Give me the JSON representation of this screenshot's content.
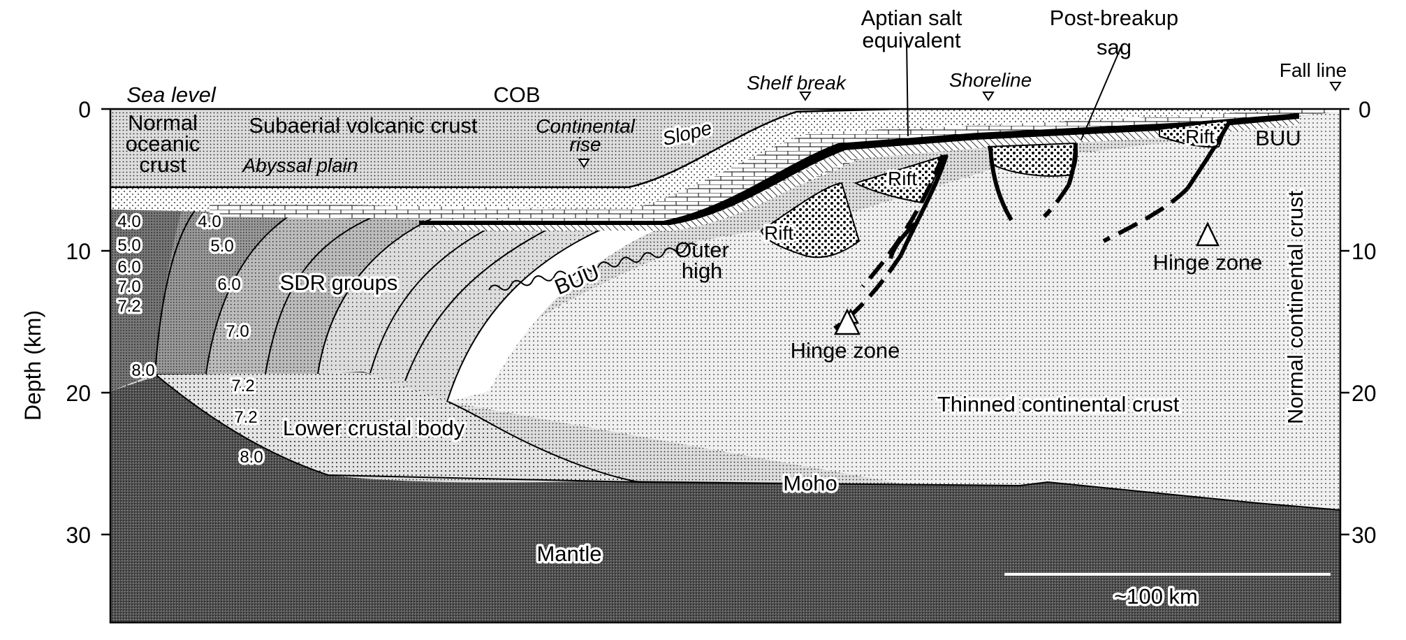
{
  "axis": {
    "y_label": "Depth (km)",
    "left_ticks": [
      "0",
      "10",
      "20",
      "30"
    ],
    "right_ticks": [
      "0",
      "10",
      "20",
      "30"
    ],
    "y_range_km": [
      0,
      36
    ]
  },
  "labels": {
    "sea_level": "Sea level",
    "cob": "COB",
    "shelf_break": "Shelf break",
    "shoreline": "Shoreline",
    "fall_line": "Fall line",
    "aptian_1": "Aptian salt",
    "aptian_2": "equivalent",
    "postbreakup_1": "Post-breakup",
    "postbreakup_2": "sag",
    "normal_oceanic_1": "Normal",
    "normal_oceanic_2": "oceanic",
    "normal_oceanic_3": "crust",
    "subaerial": "Subaerial volcanic crust",
    "continental_rise_1": "Continental",
    "continental_rise_2": "rise",
    "slope": "Slope",
    "abyssal_plain": "Abyssal plain",
    "rift_1": "Rift",
    "rift_2": "Rift",
    "rift_3": "Rift",
    "buu_right": "BUU",
    "buu_mid": "BUU",
    "outer_high_1": "Outer",
    "outer_high_2": "high",
    "sdr_groups": "SDR groups",
    "hinge_zone_1": "Hinge zone",
    "hinge_zone_2": "Hinge zone",
    "thinned_continental": "Thinned continental crust",
    "normal_continental": "Normal continental crust",
    "lower_crustal_body": "Lower crustal body",
    "moho": "Moho",
    "mantle": "Mantle",
    "scale": "~100 km"
  },
  "velocities": {
    "left_column": [
      "4.0",
      "5.0",
      "6.0",
      "7.0",
      "7.2",
      "8.0"
    ],
    "sdr_column": [
      "4.0",
      "5.0",
      "6.0",
      "7.0"
    ],
    "lower_body": [
      "7.2",
      "7.2",
      "8.0"
    ]
  }
}
